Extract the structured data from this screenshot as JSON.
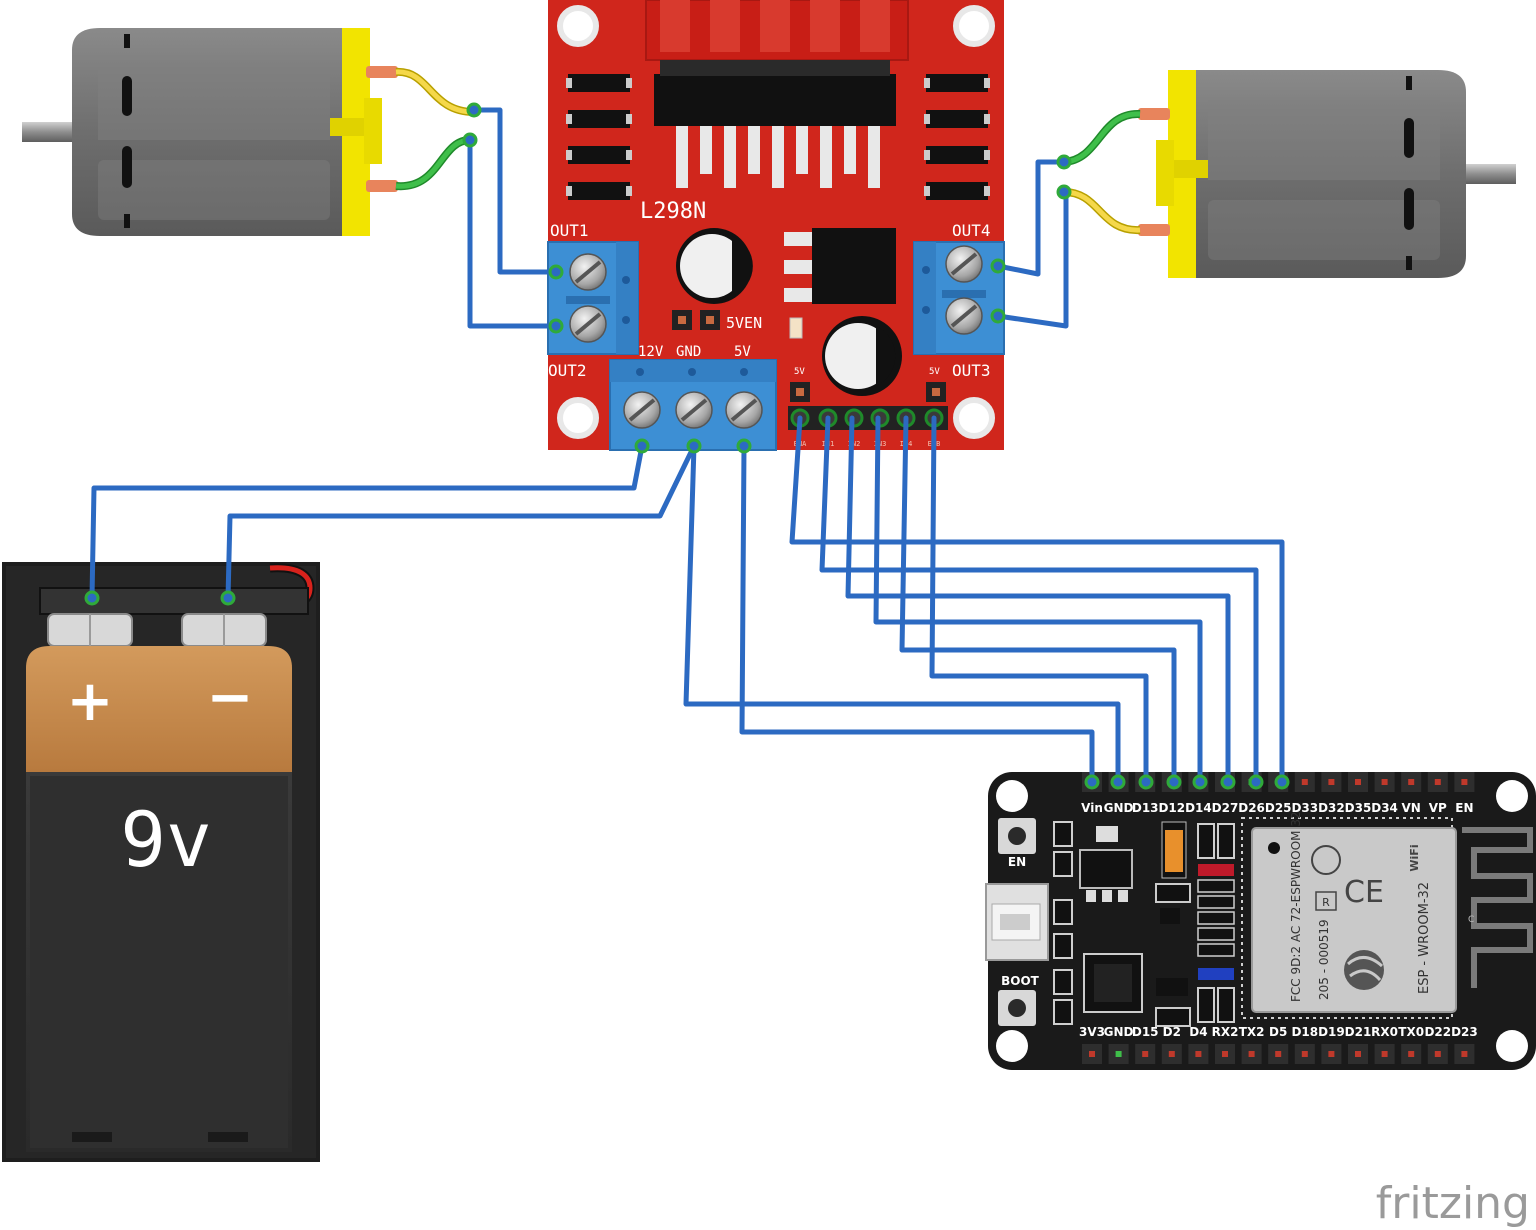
{
  "diagram": {
    "driver": {
      "chip_label": "L298N",
      "out1": "OUT1",
      "out2": "OUT2",
      "out3": "OUT3",
      "out4": "OUT4",
      "power_12v": "12V",
      "power_gnd": "GND",
      "power_5v": "5V",
      "jumper_5ven": "5VEN",
      "ena_5v": "5V",
      "enb_5v": "5V",
      "header_pins": [
        "ENA",
        "IN1",
        "IN2",
        "IN3",
        "IN4",
        "ENB"
      ]
    },
    "battery": {
      "voltage": "9v",
      "plus": "+",
      "minus": "−"
    },
    "esp32": {
      "top_pins": [
        "Vin",
        "GND",
        "D13",
        "D12",
        "D14",
        "D27",
        "D26",
        "D25",
        "D33",
        "D32",
        "D35",
        "D34",
        "VN",
        "VP",
        "EN"
      ],
      "bottom_pins": [
        "3V3",
        "GND",
        "D15",
        "D2",
        "D4",
        "RX2",
        "TX2",
        "D5",
        "D18",
        "D19",
        "D21",
        "RX0",
        "TX0",
        "D22",
        "D23"
      ],
      "en_button": "EN",
      "boot_button": "BOOT",
      "module_name": "ESP - WROOM-32",
      "module_fcc": "FCC 9D:2 AC 72-ESPWROOM 32",
      "module_code": "205 - 000519",
      "module_r": "R",
      "module_ce": "CE",
      "module_wifi": "WiFi",
      "module_c": "C"
    },
    "watermark": "fritzing",
    "colors": {
      "board_red": "#d0261c",
      "terminal_blue": "#3d8fd4",
      "wire_blue": "#2c6ac2",
      "motor_yellow": "#f2e400",
      "motor_gray": "#6b6b6b",
      "battery_copper": "#c98a4c",
      "esp_black": "#1a1a1a"
    }
  }
}
